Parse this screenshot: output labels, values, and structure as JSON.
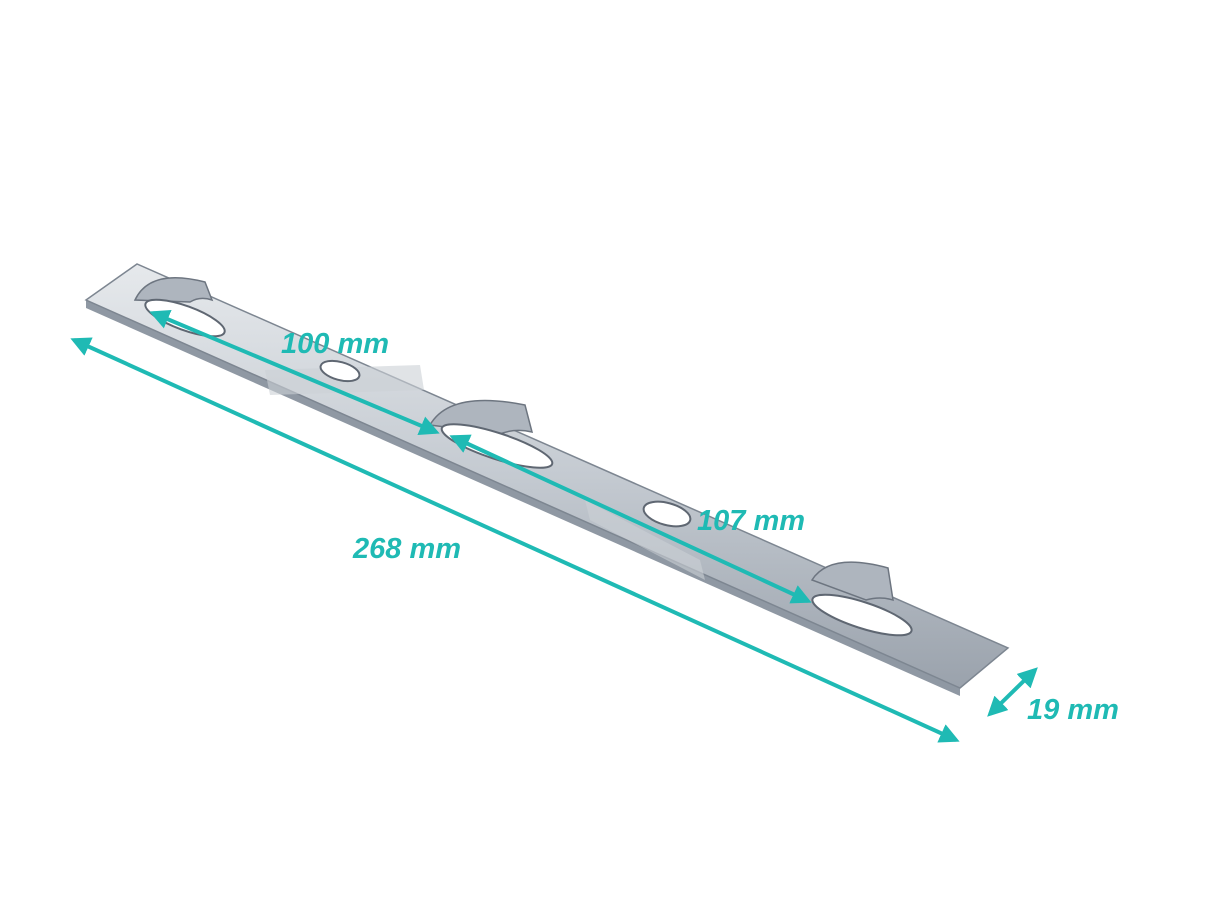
{
  "dimensions": {
    "slot_spacing_left": "100 mm",
    "slot_spacing_right": "107 mm",
    "total_length": "268 mm",
    "width": "19 mm"
  },
  "colors": {
    "background": "#ffffff",
    "dimension": "#1fbab4",
    "metal_light": "#d7dbe0",
    "metal_mid": "#b5bcc5",
    "metal_dark": "#8a929d"
  }
}
